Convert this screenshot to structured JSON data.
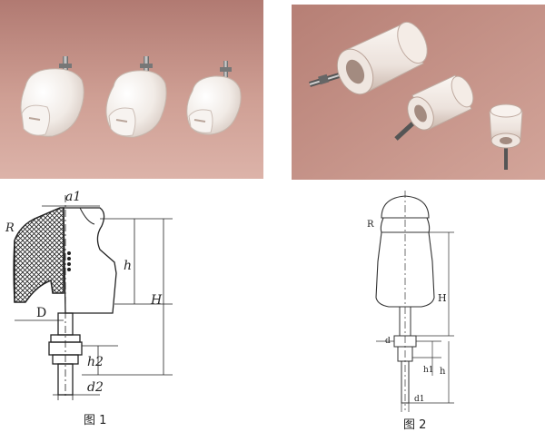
{
  "figures": [
    {
      "caption": "图 1",
      "dims": {
        "a1": "a1",
        "R": "R",
        "h": "h",
        "H": "H",
        "D": "D",
        "h2": "h2",
        "d2": "d2"
      }
    },
    {
      "caption": "图 2",
      "dims": {
        "R": "R",
        "H": "H",
        "d": "d",
        "h1": "h1",
        "h": "h",
        "d1": "d1"
      }
    }
  ],
  "colors": {
    "photo1_bg_top": "#c08a80",
    "photo1_bg_bottom": "#d7aba0",
    "photo2_bg": "#c9958a",
    "porcelain": "#f3eeea",
    "hatch": "#222222"
  }
}
